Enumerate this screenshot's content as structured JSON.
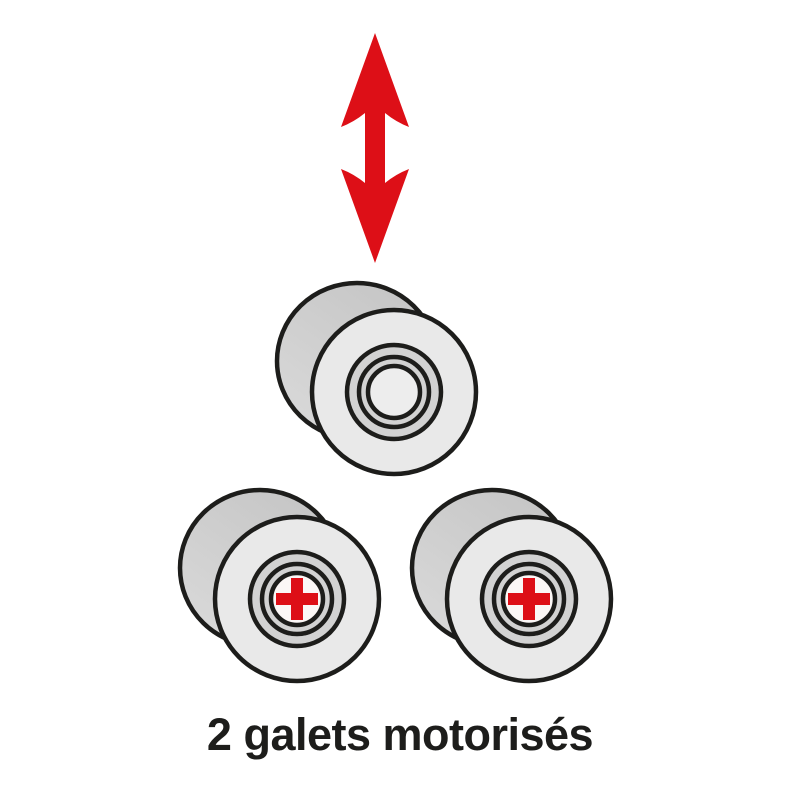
{
  "caption": {
    "text": "2 galets motorisés"
  },
  "colors": {
    "background": "#ffffff",
    "outline": "#1d1d1b",
    "red": "#dd0f17",
    "roller_face": "#e9e9e9",
    "roller_body_dark": "#c5c5c5",
    "roller_body_light": "#dadada",
    "ring_gray": "#d2d2d2",
    "hub_light": "#ededed",
    "hub_white": "#fbf7f6"
  },
  "icons": {
    "arrow": "double-vertical-arrow-icon",
    "motor_marker": "red-cross-icon"
  },
  "diagram": {
    "rollers": [
      {
        "position": "top",
        "marker": "none"
      },
      {
        "position": "bottom-left",
        "marker": "red-cross"
      },
      {
        "position": "bottom-right",
        "marker": "red-cross"
      }
    ]
  }
}
